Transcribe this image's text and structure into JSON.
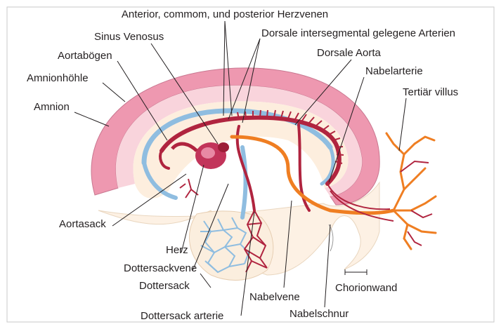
{
  "labels": {
    "herzvenen": "Anterior, commom, und posterior Herzvenen",
    "sinus_venosus": "Sinus Venosus",
    "dorsale_arterien": "Dorsale intersegmental gelegene Arterien",
    "dorsale_aorta": "Dorsale Aorta",
    "aortaboegen": "Aortabögen",
    "nabelarterie": "Nabelarterie",
    "amnionhoehle": "Amnionhöhle",
    "tertiaer_villus": "Tertiär villus",
    "amnion": "Amnion",
    "aortasack": "Aortasack",
    "herz": "Herz",
    "dottersackvene": "Dottersackvene",
    "dottersack": "Dottersack",
    "nabelvene": "Nabelvene",
    "chorionwand": "Chorionwand",
    "nabelschnur": "Nabelschnur",
    "dottersack_arterie": "Dottersack arterie"
  },
  "colors": {
    "amnion_pink": "#e98fa8",
    "amnion_light": "#f6c6d2",
    "embryo_cream": "#fbe8d3",
    "vein_blue": "#8fbde0",
    "artery_red": "#b0243f",
    "umbilical_orange": "#ef7e22"
  }
}
